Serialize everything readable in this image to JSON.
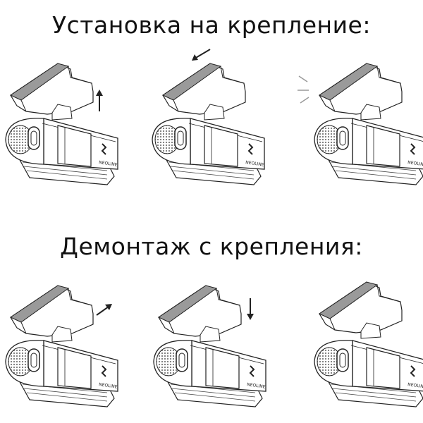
{
  "sections": [
    {
      "title": "Установка на крепление:",
      "steps": [
        {
          "arrow": "up"
        },
        {
          "arrow": "down-left"
        },
        {
          "arrow": "click-lines"
        }
      ]
    },
    {
      "title": "Демонтаж с крепления:",
      "steps": [
        {
          "arrow": "up-right"
        },
        {
          "arrow": "down"
        },
        {
          "arrow": "none"
        }
      ]
    }
  ],
  "device": {
    "brand": "NEOLINE"
  },
  "colors": {
    "line": "#222222",
    "mount_strip": "#9a9a9a",
    "background": "#ffffff"
  }
}
